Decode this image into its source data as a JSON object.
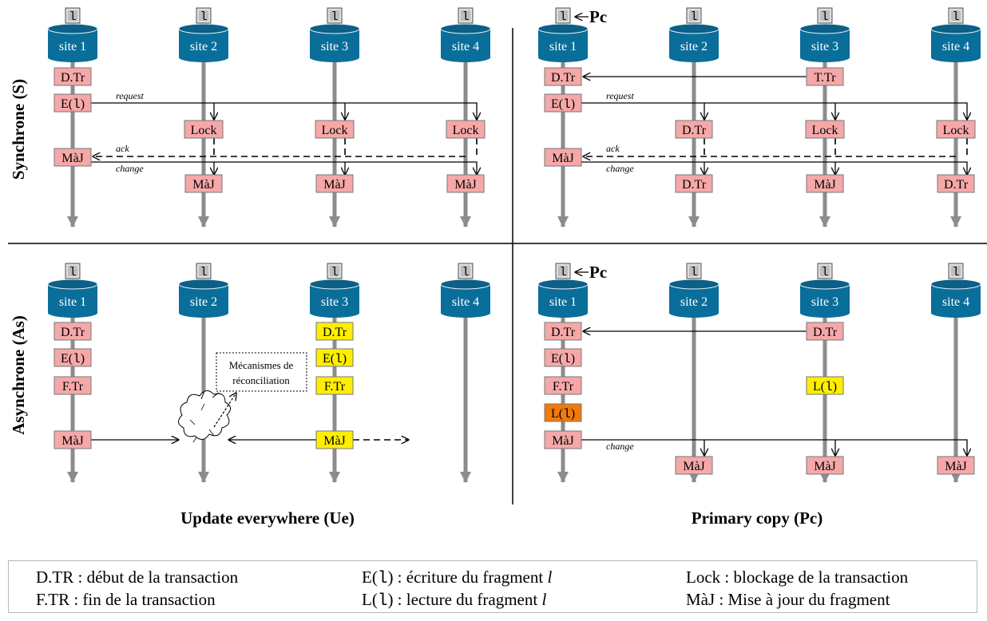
{
  "sites": [
    "site 1",
    "site 2",
    "site 3",
    "site 4"
  ],
  "fragment": "l",
  "primary_marker": "Pc",
  "row_labels": [
    "Synchrone (S)",
    "Asynchrone (As)"
  ],
  "column_labels": [
    "Update everywhere (Ue)",
    "Primary copy (Pc)"
  ],
  "message_labels": {
    "request": "request",
    "ack": "ack",
    "change": "change"
  },
  "ops": {
    "d_tr": "D.Tr",
    "t_tr": "T.Tr",
    "e": "E(l)",
    "f_tr": "F.Tr",
    "l": "L(l)",
    "lock": "Lock",
    "maj": "MàJ"
  },
  "reconciliation_note": [
    "Mécanismes de",
    "réconciliation"
  ],
  "colors": {
    "site": "#0a6e9a",
    "box": "#f6a8a8",
    "yellow": "#ffee00",
    "orange": "#f07a0a",
    "lifeline": "#8c8c8c"
  },
  "legend": [
    {
      "prefix": "D.TR",
      "code": "",
      "rest": " : début de la transaction",
      "var": ""
    },
    {
      "prefix": "E(",
      "code": "l",
      "rest": ") : écriture du fragment ",
      "var": "l"
    },
    {
      "prefix": "Lock",
      "code": "",
      "rest": " : blockage de la transaction",
      "var": ""
    },
    {
      "prefix": "F.TR",
      "code": "",
      "rest": " : fin de la transaction",
      "var": ""
    },
    {
      "prefix": "L(",
      "code": "l",
      "rest": ") : lecture du fragment ",
      "var": "l"
    },
    {
      "prefix": "MàJ",
      "code": "",
      "rest": " : Mise à jour du fragment",
      "var": ""
    }
  ]
}
